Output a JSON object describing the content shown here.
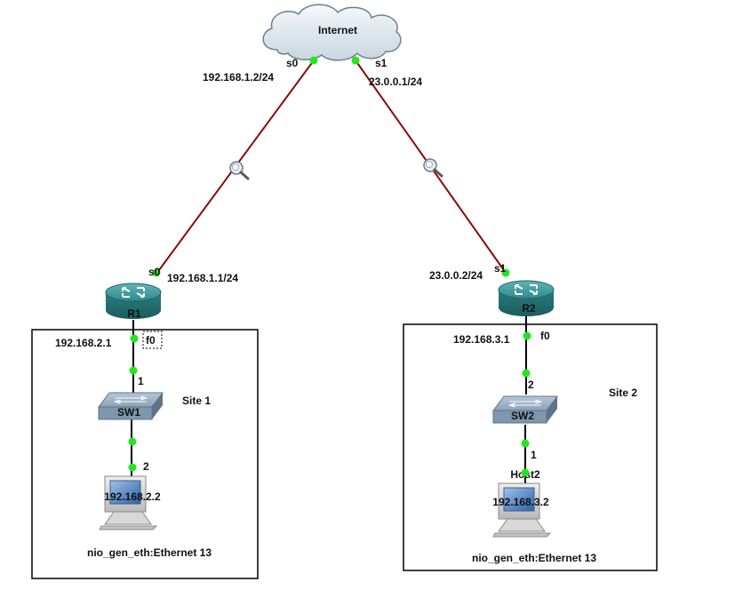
{
  "cloud": {
    "label": "Internet",
    "icon": "cloud-icon"
  },
  "routers": [
    {
      "name": "R1",
      "icon": "router-icon"
    },
    {
      "name": "R2",
      "icon": "router-icon"
    }
  ],
  "switches": [
    {
      "name": "SW1",
      "icon": "switch-icon"
    },
    {
      "name": "SW2",
      "icon": "switch-icon"
    }
  ],
  "hosts": [
    {
      "name": "",
      "ip": "192.168.2.2",
      "nio": "nio_gen_eth:Ethernet 13",
      "icon": "workstation-icon"
    },
    {
      "name": "Host2",
      "ip": "192.168.3.2",
      "nio": "nio_gen_eth:Ethernet 13",
      "icon": "workstation-icon"
    }
  ],
  "sites": [
    {
      "label": "Site 1"
    },
    {
      "label": "Site 2"
    }
  ],
  "links": {
    "internet_r1": {
      "cloud_port": "s0",
      "cloud_ip": "192.168.1.2/24",
      "router_port": "s0",
      "router_ip": "192.168.1.1/24"
    },
    "internet_r2": {
      "cloud_port": "s1",
      "cloud_ip": "23.0.0.1/24",
      "router_port": "s1",
      "router_ip": "23.0.0.2/24"
    },
    "r1_sw1": {
      "router_port": "f0",
      "router_ip": "192.168.2.1",
      "switch_port": "1"
    },
    "sw1_host1": {
      "switch_port": "2"
    },
    "r2_sw2": {
      "router_port": "f0",
      "router_ip": "192.168.3.1",
      "switch_port": "2"
    },
    "sw2_host2": {
      "switch_port": "1"
    }
  },
  "colors": {
    "serial_link": "#8b0a0a",
    "ethernet_link": "#000000",
    "port_up": "#22e622",
    "router_body": "#2f8a8c",
    "switch_body": "#7f97ad"
  }
}
